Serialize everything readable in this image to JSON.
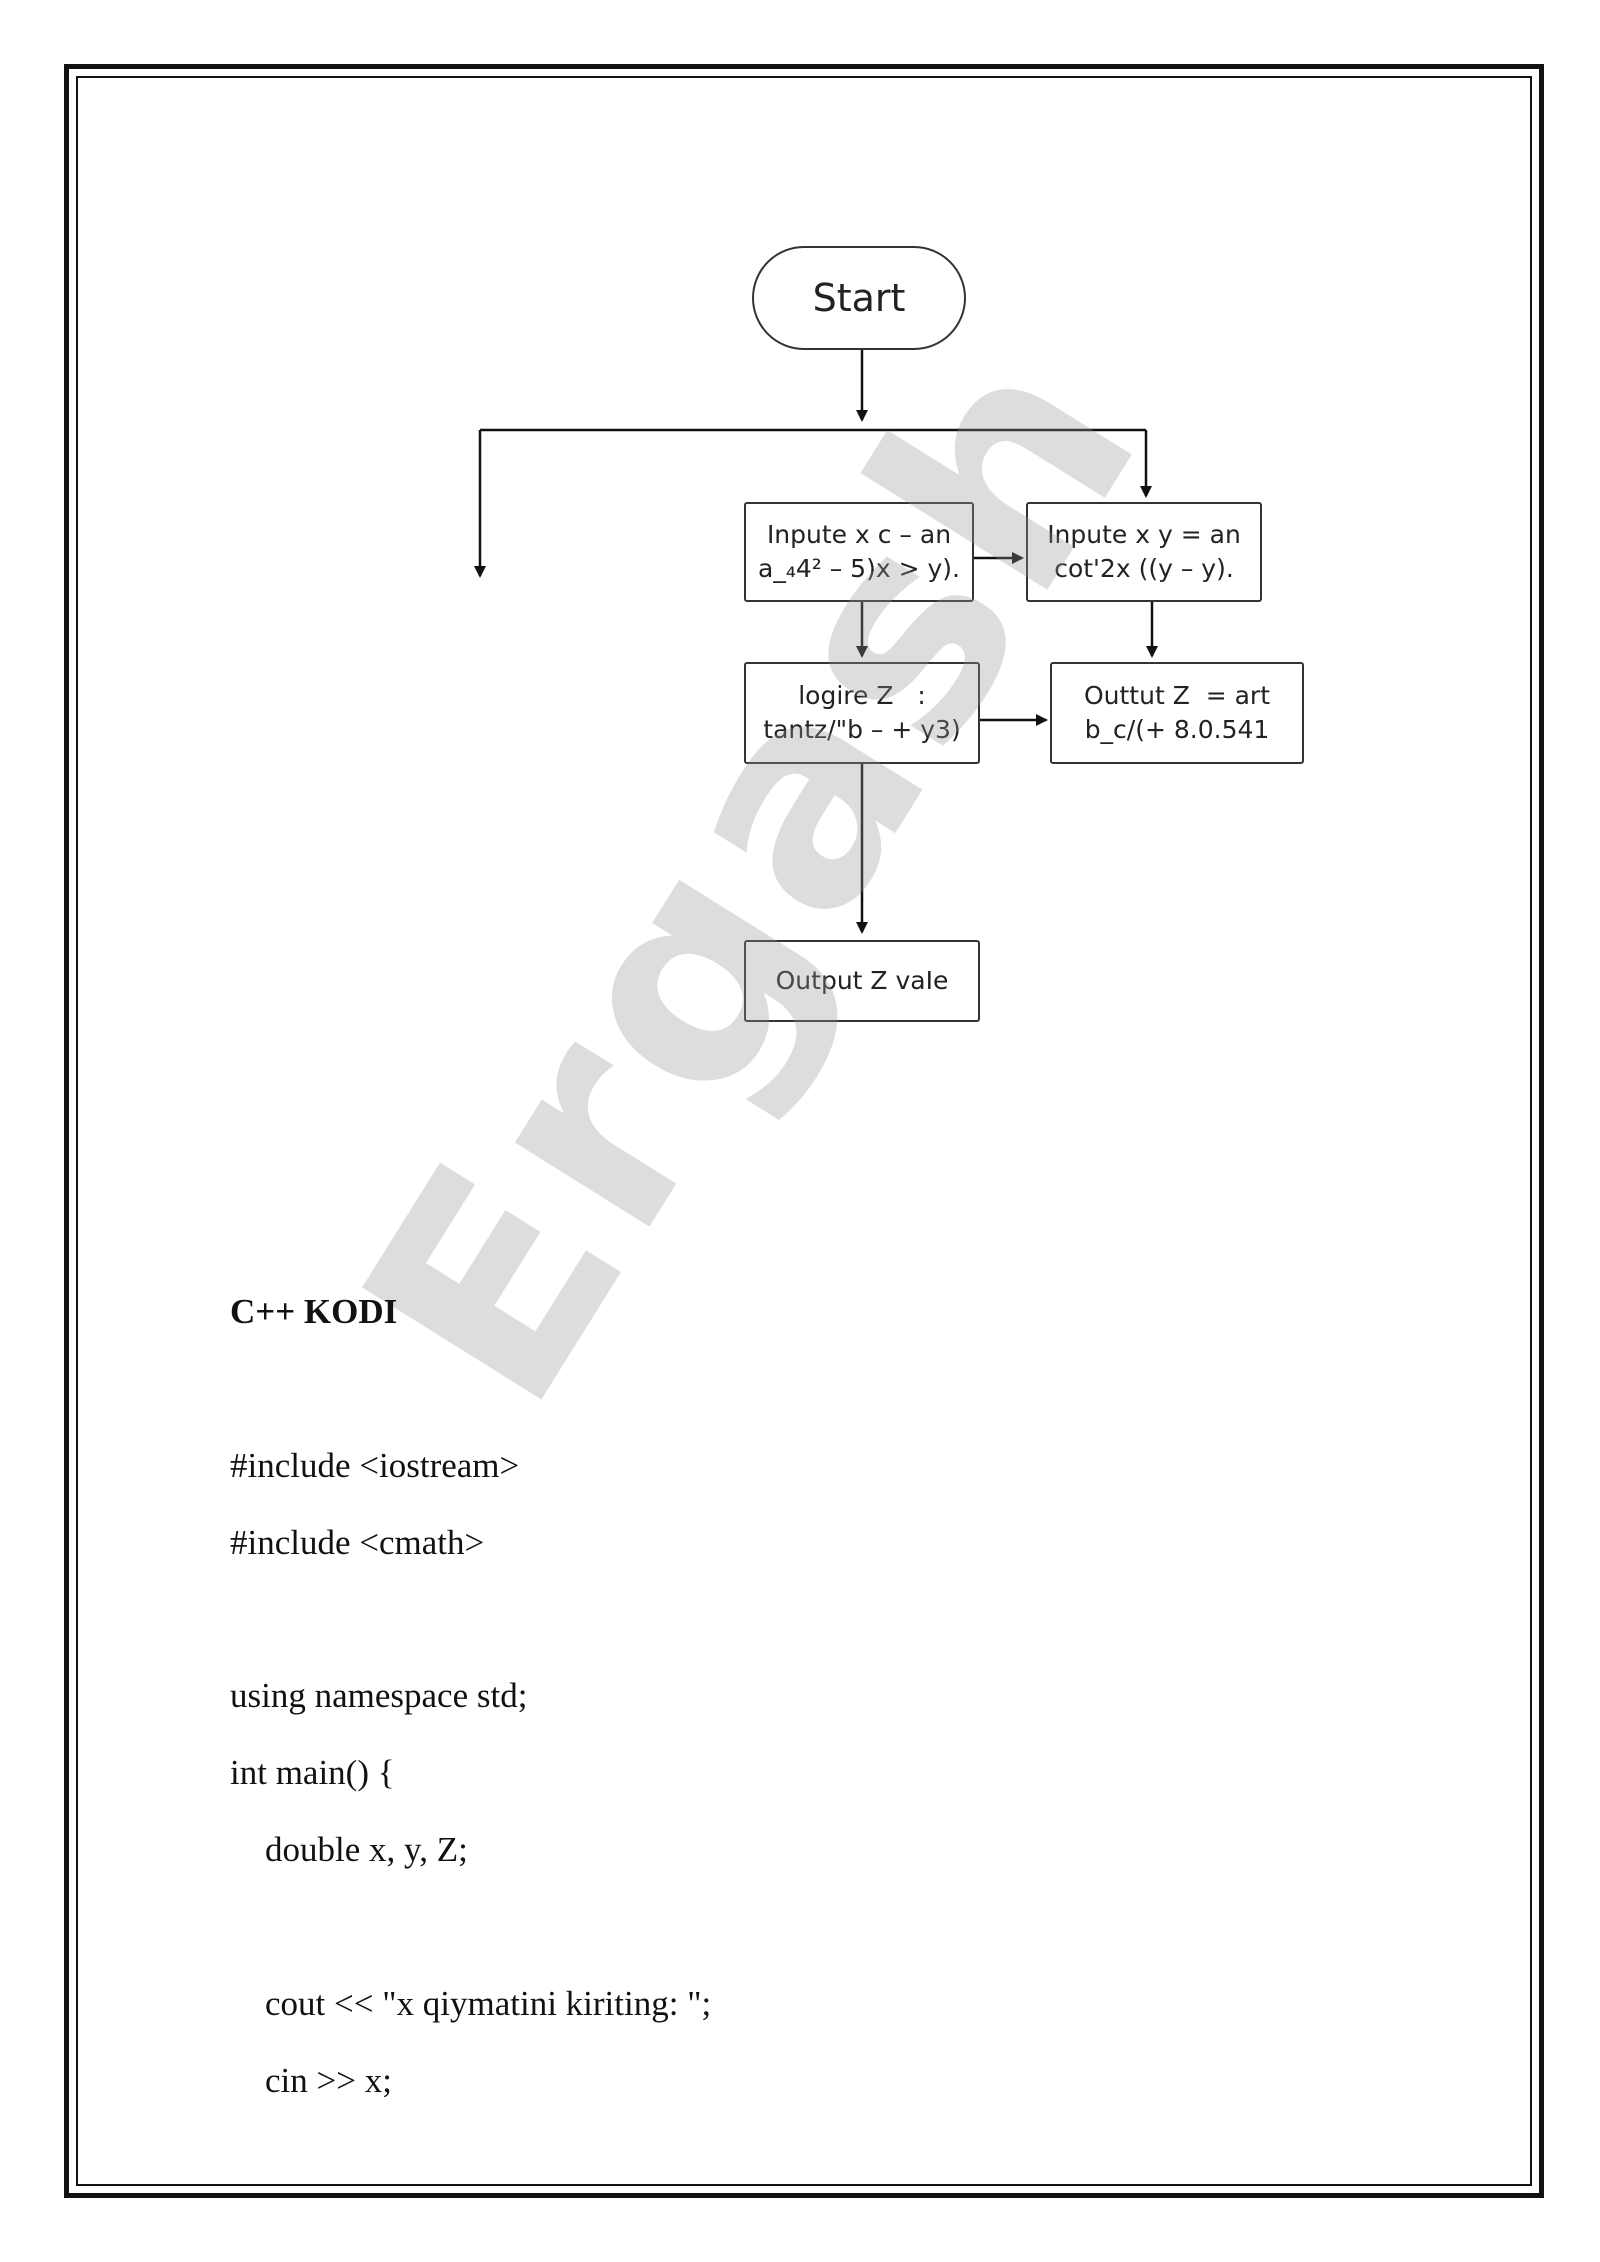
{
  "flowchart": {
    "start": "Start",
    "box1": {
      "line1": "Inpute x c – an",
      "line2": "a_₄4² – 5)x > y)."
    },
    "box2": {
      "line1": "Inpute x y = an",
      "line2": "cot'2x ((y – y)."
    },
    "box3": {
      "line1": "logire Z   :",
      "line2": "tantz/\"b – + y3)"
    },
    "box4": {
      "line1": "Outtut Z  = art",
      "line2": "b_c/(+ 8.0.541"
    },
    "box5": "Output Z vaІe"
  },
  "watermark": "Ergash",
  "heading": "C++ KODI",
  "code": [
    "#include <iostream>",
    "#include <cmath>",
    "using namespace std;",
    "int main() {",
    "    double x, y, Z;",
    "    cout << \"x qiymatini kiriting: \";",
    "    cin >> x;"
  ]
}
